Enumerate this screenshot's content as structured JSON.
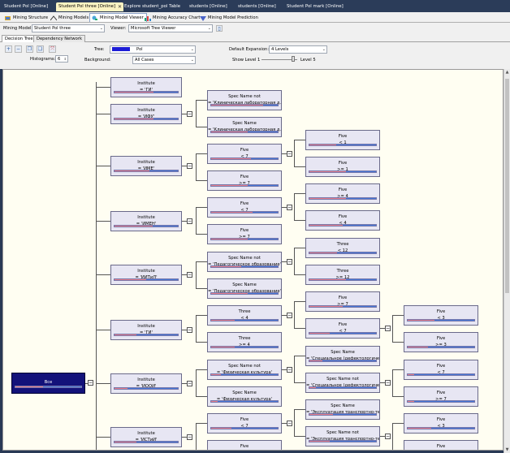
{
  "doc_tabs": [
    {
      "label": "Student Pol [Online]",
      "active": false
    },
    {
      "label": "Student Pol three [Online]",
      "active": true
    },
    {
      "label": "Explore student_pol Table",
      "active": false
    },
    {
      "label": "students [Online]",
      "active": false
    },
    {
      "label": "students [Online]",
      "active": false
    },
    {
      "label": "Student Pol mark [Online]",
      "active": false
    }
  ],
  "designer_tabs": [
    {
      "label": "Mining Structure"
    },
    {
      "label": "Mining Models"
    },
    {
      "label": "Mining Model Viewer"
    },
    {
      "label": "Mining Accuracy Chart"
    },
    {
      "label": "Mining Model Prediction"
    }
  ],
  "model_row": {
    "mining_model_label": "Mining Model:",
    "mining_model_value": "Student Pol three",
    "viewer_label": "Viewer:",
    "viewer_value": "Microsoft Tree Viewer"
  },
  "sub_tabs": [
    {
      "label": "Decision Tree"
    },
    {
      "label": "Dependency Network"
    }
  ],
  "toolbar": {
    "tree_label": "Tree:",
    "tree_value": "Pol",
    "tree_color": "#1c1cd6",
    "background_label": "Background:",
    "background_value": "All Cases",
    "histogram_label": "Histograms:",
    "histogram_value": "6",
    "default_expansion_label": "Default Expansion:",
    "default_expansion_value": "4 Levels",
    "show_level_label": "Show Level 1",
    "level_label": "Level 5"
  },
  "tree": {
    "root": {
      "title": "Все",
      "ratio": 0.42
    },
    "level1": [
      {
        "t1": "Institute",
        "t2": "= 'ГИ'",
        "ratio": 0.62
      },
      {
        "t1": "Institute",
        "t2": "= 'ИФУ'",
        "ratio": 0.62
      },
      {
        "t1": "Institute",
        "t2": "= 'ИМЕ'",
        "ratio": 0.55
      },
      {
        "t1": "Institute",
        "t2": "= 'ИМЕН'",
        "ratio": 0.6
      },
      {
        "t1": "Institute",
        "t2": "= 'ИИТиЛ'",
        "ratio": 0.5
      },
      {
        "t1": "Institute",
        "t2": "= 'ГИ'",
        "ratio": 0.35
      },
      {
        "t1": "Institute",
        "t2": "= 'ИООИ'",
        "ratio": 0.2
      },
      {
        "t1": "Institute",
        "t2": "= 'ИСТиИ'",
        "ratio": 0.35
      }
    ],
    "level2": [
      {
        "t1": "Spec Name not",
        "t2": "= 'Клиническая лабораторная д...",
        "ratio": 0.78
      },
      {
        "t1": "Spec Name",
        "t2": "= 'Клиническая лабораторная д...",
        "ratio": 0.55
      },
      {
        "t1": "Five",
        "t2": "< 7",
        "ratio": 0.6
      },
      {
        "t1": "Five",
        "t2": ">= 7",
        "ratio": 0.55
      },
      {
        "t1": "Five",
        "t2": "< 7",
        "ratio": 0.62
      },
      {
        "t1": "Five",
        "t2": ">= 7",
        "ratio": 0.55
      },
      {
        "t1": "Spec Name not",
        "t2": "= 'Педагогическое образование'",
        "ratio": 0.45
      },
      {
        "t1": "Spec Name",
        "t2": "= 'Педагогическое образование'",
        "ratio": 0.55
      },
      {
        "t1": "Three",
        "t2": "< 4",
        "ratio": 0.35
      },
      {
        "t1": "Three",
        "t2": ">= 4",
        "ratio": 0.35
      },
      {
        "t1": "Spec Name not",
        "t2": "= 'Физическая культура'",
        "ratio": 0.15
      },
      {
        "t1": "Spec Name",
        "t2": "= 'Физическая культура'",
        "ratio": 0.1
      },
      {
        "t1": "Five",
        "t2": "< 7",
        "ratio": 0.3
      },
      {
        "t1": "Five",
        "t2": "",
        "ratio": 0.3
      }
    ],
    "level3": [
      {
        "t1": "Five",
        "t2": "< 1",
        "ratio": 0.4
      },
      {
        "t1": "Five",
        "t2": ">= 1",
        "ratio": 0.55
      },
      {
        "t1": "Five",
        "t2": ">= 4",
        "ratio": 0.55
      },
      {
        "t1": "Five",
        "t2": "< 4",
        "ratio": 0.5
      },
      {
        "t1": "Three",
        "t2": "< 12",
        "ratio": 0.42
      },
      {
        "t1": "Three",
        "t2": ">= 12",
        "ratio": 0.55
      },
      {
        "t1": "Five",
        "t2": ">= 7",
        "ratio": 0.5
      },
      {
        "t1": "Five",
        "t2": "< 7",
        "ratio": 0.3
      },
      {
        "t1": "Spec Name",
        "t2": "= 'Специальное (дефектологиче...",
        "ratio": 0.2
      },
      {
        "t1": "Spec Name not",
        "t2": "= 'Специальное (дефектологиче...",
        "ratio": 0.1
      },
      {
        "t1": "Spec Name",
        "t2": "= 'Эксплуатация транспортно-те...",
        "ratio": 0.35
      },
      {
        "t1": "Spec Name not",
        "t2": "= 'Эксплуатация транспортно-те...",
        "ratio": 0.3
      }
    ],
    "level4": [
      {
        "t1": "Five",
        "t2": "< 3",
        "ratio": 0.4
      },
      {
        "t1": "Five",
        "t2": ">= 3",
        "ratio": 0.3
      },
      {
        "t1": "Five",
        "t2": "< 7",
        "ratio": 0.1
      },
      {
        "t1": "Five",
        "t2": ">= 7",
        "ratio": 0.1
      },
      {
        "t1": "Five",
        "t2": "< 3",
        "ratio": 0.35
      },
      {
        "t1": "Five",
        "t2": "",
        "ratio": 0.3
      }
    ]
  }
}
